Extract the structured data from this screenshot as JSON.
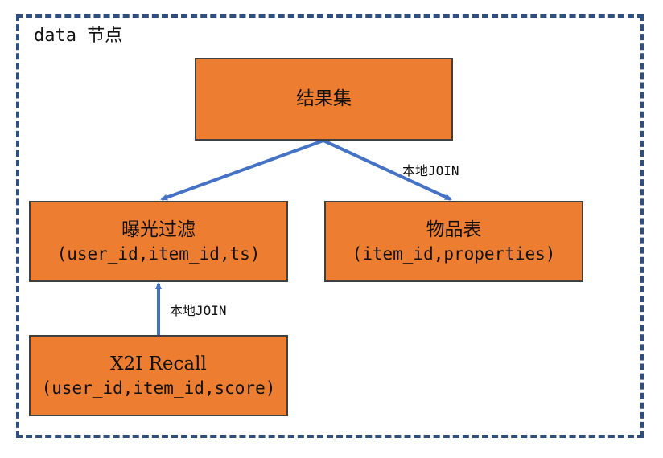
{
  "container": {
    "label": "data 节点"
  },
  "nodes": {
    "result": {
      "title": "结果集"
    },
    "exposure": {
      "title": "曝光过滤",
      "fields": "(user_id,item_id,ts)"
    },
    "items": {
      "title": "物品表",
      "fields": "(item_id,properties)"
    },
    "x2i": {
      "title": "X2I Recall",
      "fields": "(user_id,item_id,score)"
    }
  },
  "edges": {
    "result_to_exposure": {
      "label": ""
    },
    "result_to_items": {
      "label": "本地JOIN"
    },
    "x2i_to_exposure": {
      "label": "本地JOIN"
    }
  },
  "colors": {
    "node_fill": "#ed7d31",
    "node_border": "#404040",
    "edge": "#4472c4",
    "frame": "#2f4f7f"
  }
}
